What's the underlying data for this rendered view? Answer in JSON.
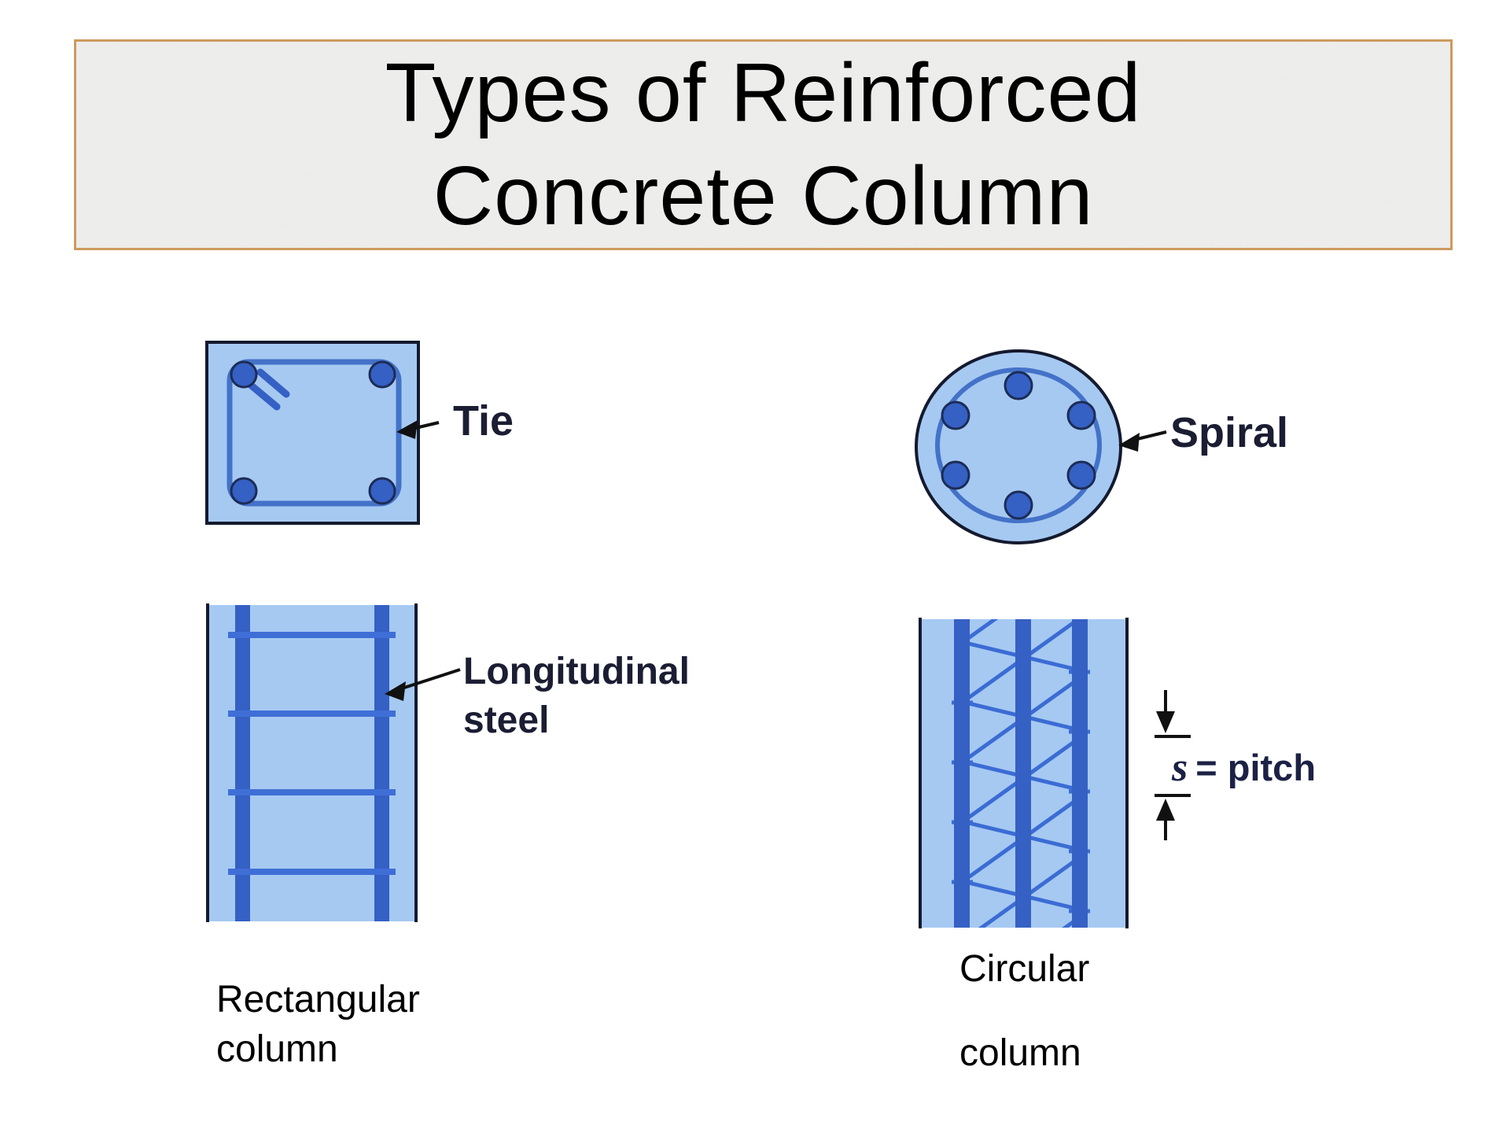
{
  "title": {
    "line1": "Types of Reinforced",
    "line2": "Concrete Column"
  },
  "labels": {
    "tie": "Tie",
    "spiral": "Spiral",
    "longitudinal_line1": "Longitudinal",
    "longitudinal_line2": "steel",
    "pitch_symbol": "s",
    "pitch_rest": "= pitch",
    "left_caption_line1": "Rectangular",
    "left_caption_line2": "column",
    "right_caption_line1": "Circular",
    "right_caption_line2": "column"
  },
  "colors": {
    "background": "#ffffff",
    "title_border": "#cd9a5e",
    "title_fill": "#efeeec",
    "title_text": "#000000",
    "concrete_fill": "#a6c9f2",
    "tie_line_blue": "#4472c8",
    "rebar_blue": "#3560c4",
    "outline_dark": "#141a2e",
    "label_text": "#1b1d33",
    "annotation_black": "#111111"
  }
}
